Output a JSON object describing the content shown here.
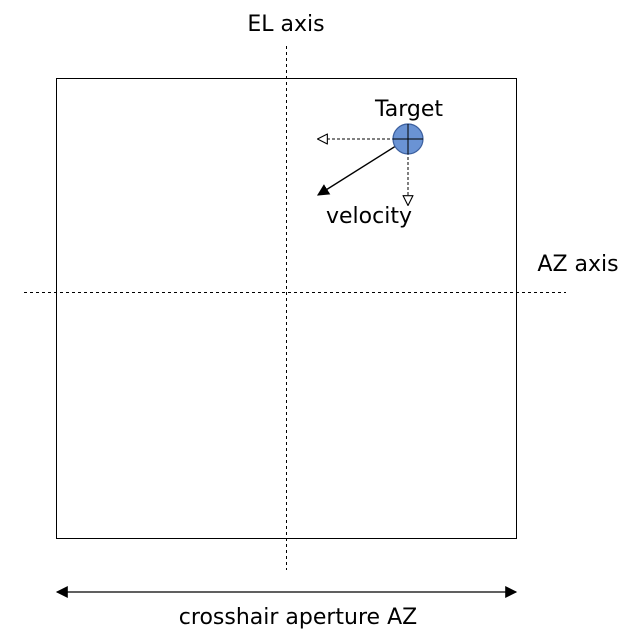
{
  "labels": {
    "el_axis": "EL axis",
    "az_axis": "AZ axis",
    "target": "Target",
    "velocity": "velocity",
    "aperture": "crosshair aperture AZ"
  },
  "colors": {
    "stroke": "#000000",
    "target_fill": "#6a93d4",
    "target_stroke": "#3b5f9e",
    "background": "#ffffff"
  }
}
